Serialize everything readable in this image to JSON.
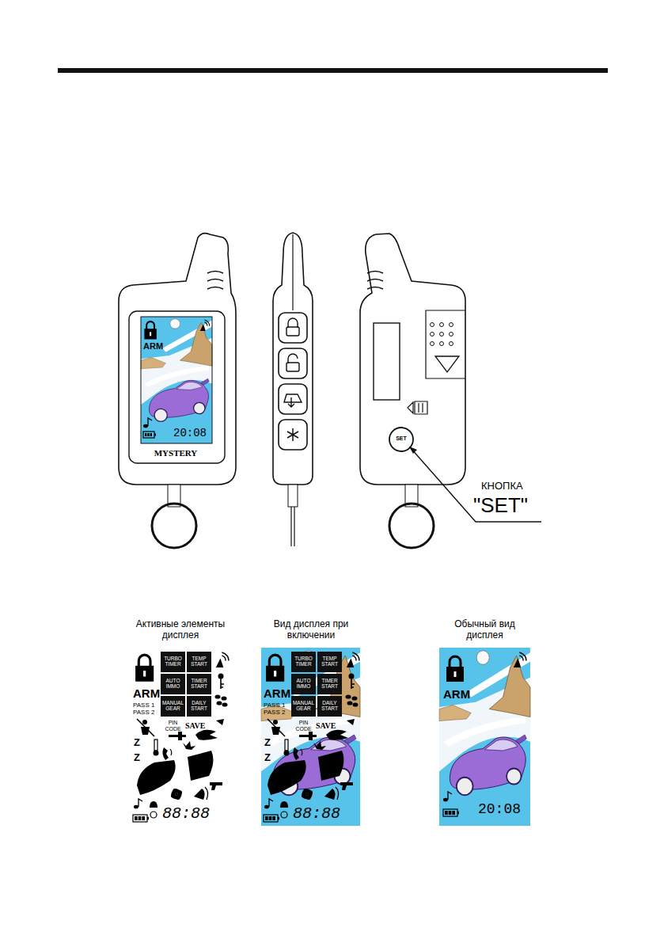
{
  "diagram": {
    "labels": [
      "ARM",
      "20:08",
      "MYSTERY",
      "SET",
      "КНОПКА",
      "\"SET\"",
      "Активные элементы дисплея",
      "Вид дисплея при включении",
      "Обычный вид дисплея",
      "TURBO TIMER",
      "TEMP START",
      "AUTO IMMO",
      "TIMER START",
      "MANUAL GEAR",
      "DAILY START",
      "ARM",
      "PASS 1",
      "PASS 2",
      "PIN CODE",
      "SAVE",
      "Z",
      "Z",
      "88:88",
      "TURBO TIMER",
      "TEMP START",
      "AUTO IMMO",
      "TIMER START",
      "MANUAL GEAR",
      "DAILY START",
      "ARM",
      "PASS 1",
      "PASS 2",
      "PIN CODE",
      "SAVE",
      "Z",
      "Z",
      "88:88",
      "ARM",
      "20:08"
    ]
  }
}
